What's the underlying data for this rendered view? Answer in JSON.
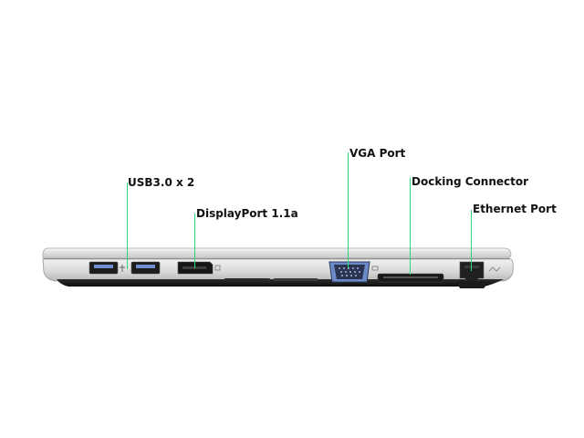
{
  "callouts": {
    "usb": "USB3.0 x 2",
    "displayport": "DisplayPort 1.1a",
    "vga": "VGA Port",
    "docking": "Docking Connector",
    "ethernet": "Ethernet Port"
  },
  "colors": {
    "leader_line": "#2bd873",
    "chassis_top": "#e9e9e9",
    "chassis_base": "#1e1e1e",
    "port_fill": "#222222",
    "port_accent": "#8ea7d8"
  },
  "icons": [
    "usb-icon",
    "displayport-icon",
    "vga-icon",
    "ethernet-icon"
  ]
}
